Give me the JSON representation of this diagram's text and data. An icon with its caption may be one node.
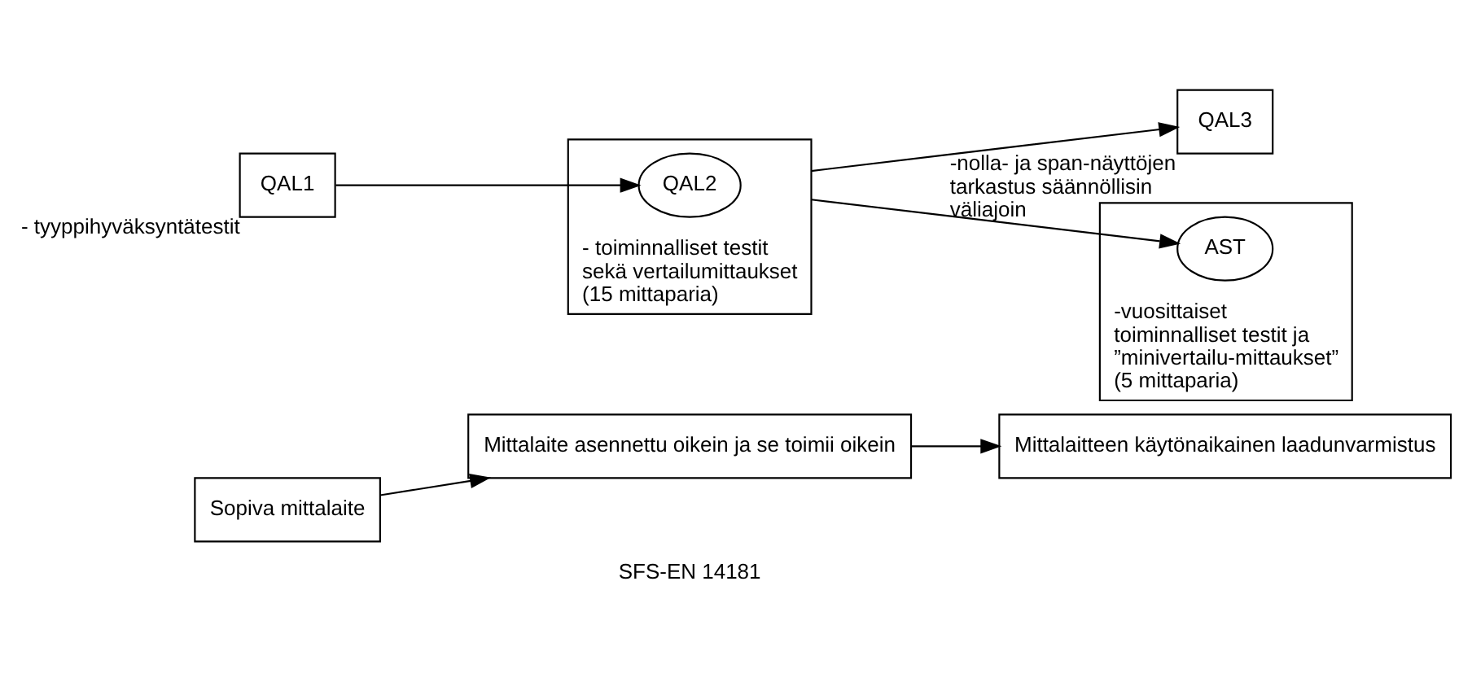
{
  "diagram": {
    "nodes": [
      {
        "text": [
          "Sopiva mittalaite"
        ]
      },
      {
        "text": [
          "Mittalaite asennettu oikein ja se toimii oikein"
        ]
      },
      {
        "text": [
          "Mittalaitteen käytönaikainen laadunvarmistus"
        ]
      },
      {
        "text": [
          "QAL1"
        ],
        "beside": [
          "- tyyppihyväksyntätestit"
        ]
      },
      {
        "text": [],
        "shape": "box",
        "beside": [
          "- toiminnalliset testit sekä vertailumittaukset (15 mittaparia)"
        ]
      },
      {
        "text": [
          "QAL2"
        ],
        "in": 4
      },
      {
        "text": [
          "QAL3"
        ],
        "beside": [
          "-nolla- ja span-näyttöjen tarkastus säännöllisin väliajoin"
        ]
      },
      {
        "text": [],
        "shape": "box",
        "beside": [
          "-vuosittaiset toiminnalliset testit ja ”minivertailu-mittaukset” (5 mittaparia)"
        ]
      },
      {
        "text": [
          "AST"
        ],
        "in": 7
      }
    ],
    "edges": [
      {
        "from": 0,
        "to": 1,
        "arrow": "to"
      },
      {
        "from": 1,
        "to": 2,
        "arrow": "to"
      },
      {
        "from": 3,
        "to": 5,
        "arrow": "to"
      },
      {
        "from": 4,
        "to": 6,
        "arrow": "to"
      },
      {
        "from": 4,
        "to": 8,
        "arrow": "to"
      }
    ],
    "labels": [
      "SFS-EN 14181"
    ]
  }
}
